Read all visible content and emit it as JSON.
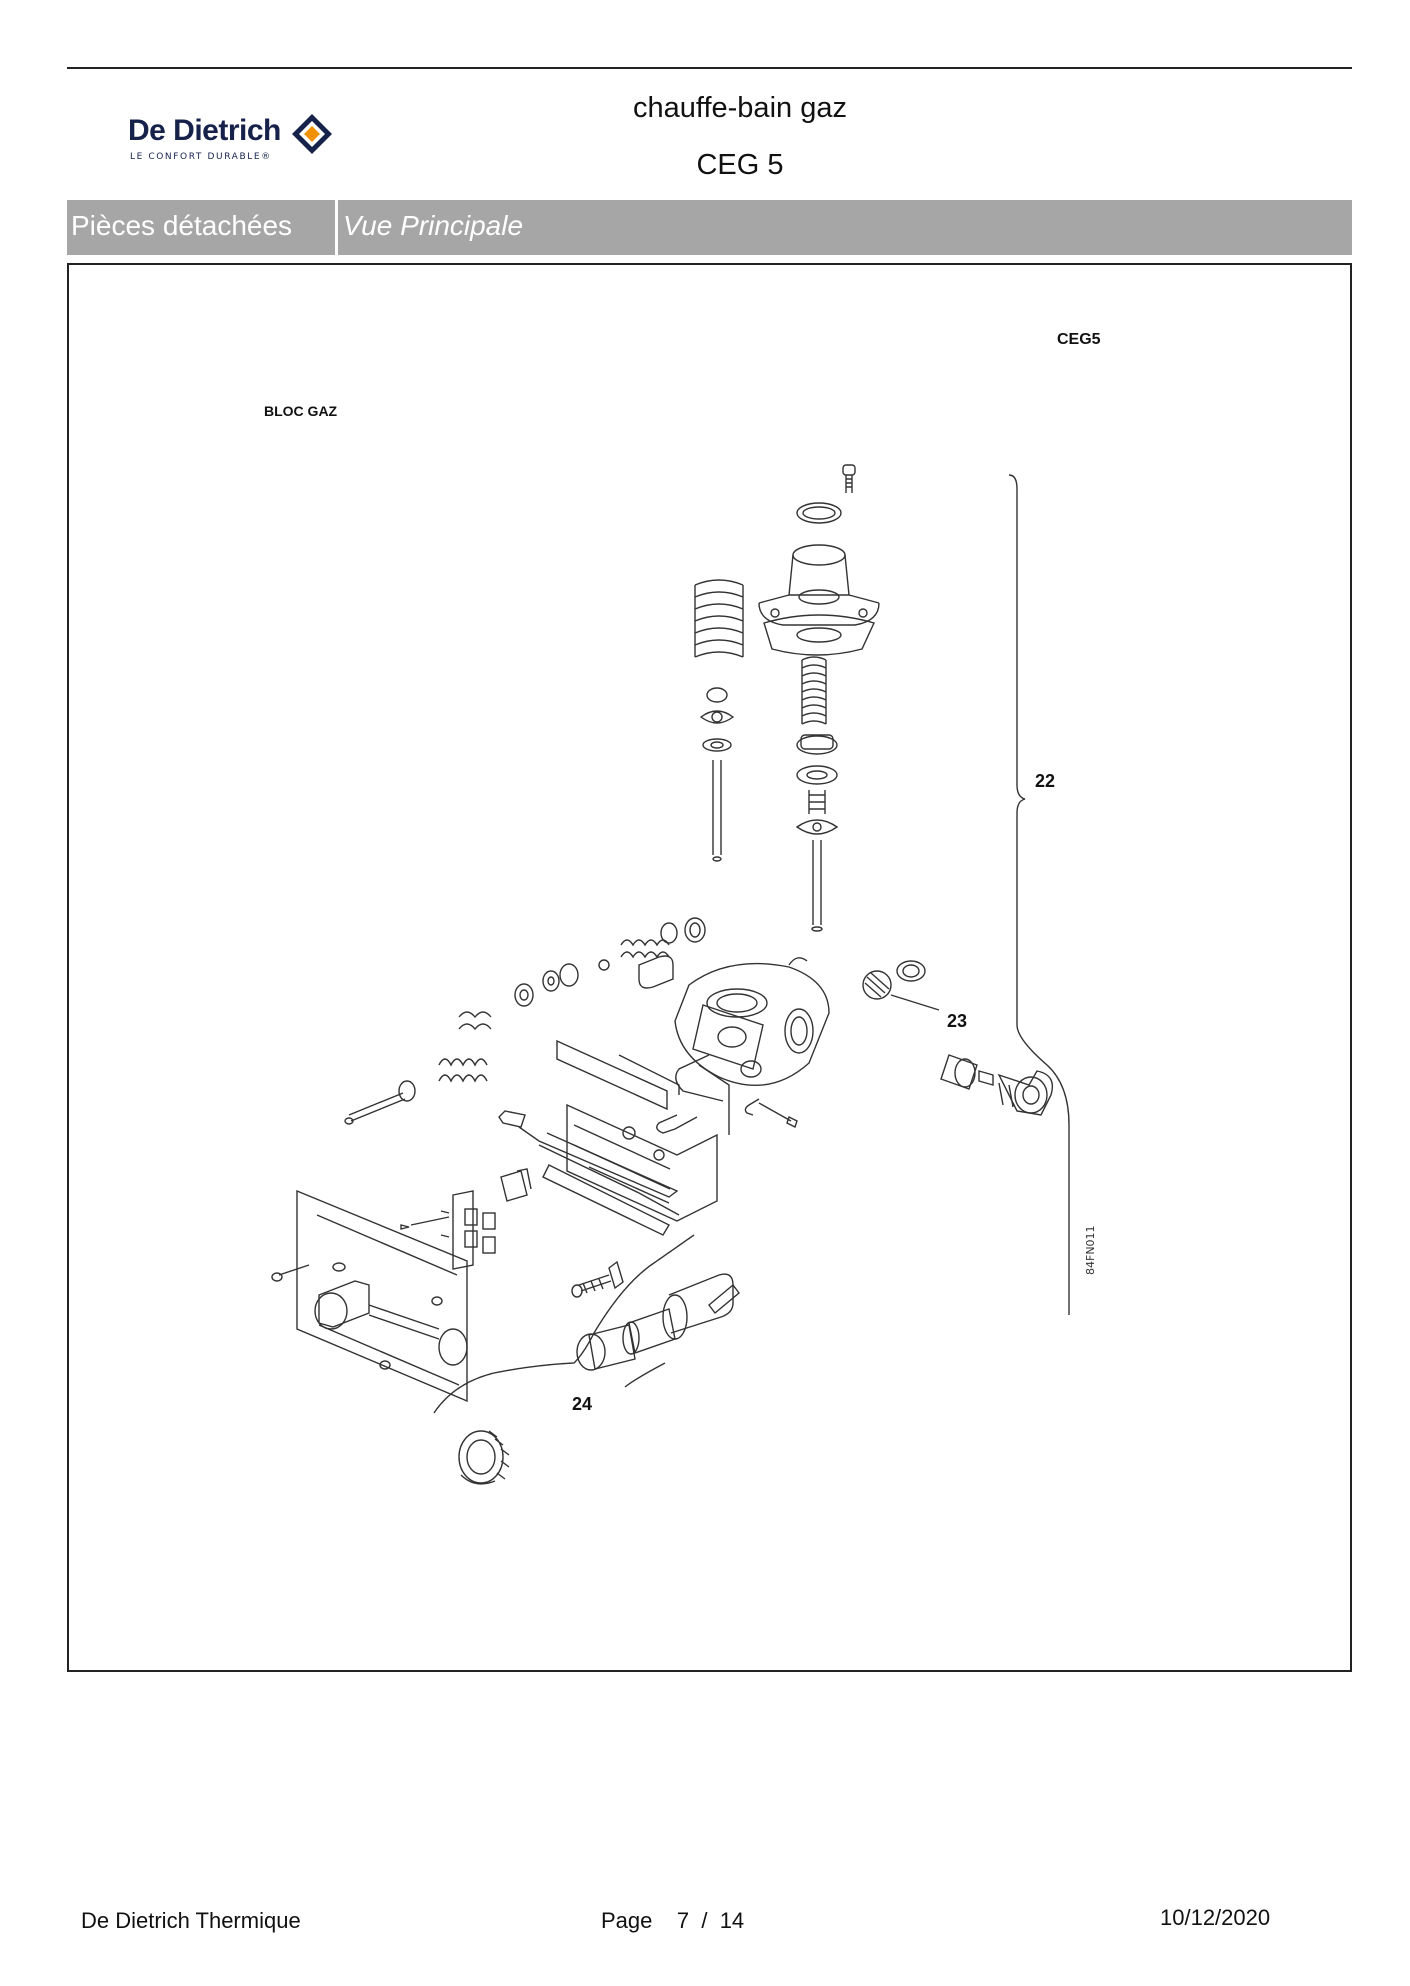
{
  "header": {
    "brand": "De Dietrich",
    "tagline": "LE CONFORT DURABLE®",
    "product_type": "chauffe-bain gaz",
    "model": "CEG 5"
  },
  "tab_bar": {
    "section": "Pièces détachées",
    "view": "Vue Principale"
  },
  "drawing": {
    "model_label": "CEG5",
    "assembly_label": "BLOC GAZ",
    "callouts": [
      "22",
      "23",
      "24"
    ],
    "reference": "84FN011"
  },
  "footer": {
    "company": "De Dietrich Thermique",
    "page_label": "Page",
    "page_current": "7",
    "page_sep": "/",
    "page_total": "14",
    "date": "10/12/2020"
  },
  "colors": {
    "tab_bar_bg": "#a6a6a6",
    "brand_navy": "#16224a",
    "brand_orange": "#f29100"
  }
}
